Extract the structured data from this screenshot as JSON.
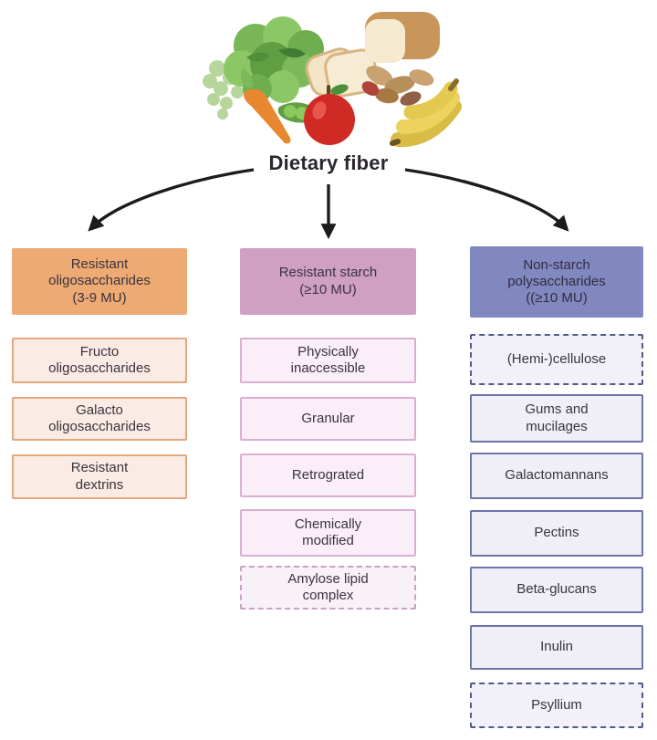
{
  "title": "Dietary fiber",
  "illustration": {
    "name": "fiber-foods",
    "description": "Illustration of fiber-rich foods: leafy greens, carrot, pea pod, red apple, bread loaf and slices, peanuts, bananas"
  },
  "colors": {
    "left_header_bg": "#edaa72",
    "left_item_bg": "#faece4",
    "left_item_border": "#e5a77c",
    "mid_header_bg": "#d09fc4",
    "mid_item_bg": "#faeef8",
    "mid_item_border": "#dbaed2",
    "right_header_bg": "#8187bf",
    "right_item_bg": "#f0eff8",
    "right_item_border": "#6d74a9",
    "arrow": "#1c1c1c",
    "text": "#3a3340",
    "background": "#ffffff"
  },
  "columns": [
    {
      "header": "Resistant\noligosaccharides\n(3-9 MU)",
      "items": [
        {
          "label": "Fructo\noligosaccharides",
          "border": "solid"
        },
        {
          "label": "Galacto\noligosaccharides",
          "border": "solid"
        },
        {
          "label": "Resistant\ndextrins",
          "border": "solid"
        }
      ]
    },
    {
      "header": "Resistant starch\n(≥10 MU)",
      "items": [
        {
          "label": "Physically\ninaccessible",
          "border": "solid"
        },
        {
          "label": "Granular",
          "border": "solid"
        },
        {
          "label": "Retrograted",
          "border": "solid"
        },
        {
          "label": "Chemically\nmodified",
          "border": "solid"
        },
        {
          "label": "Amylose lipid\ncomplex",
          "border": "dashed"
        }
      ]
    },
    {
      "header": "Non-starch\npolysaccharides\n((≥10 MU)",
      "items": [
        {
          "label": "(Hemi-)cellulose",
          "border": "dashed"
        },
        {
          "label": "Gums and\nmucilages",
          "border": "solid"
        },
        {
          "label": "Galactomannans",
          "border": "solid"
        },
        {
          "label": "Pectins",
          "border": "solid"
        },
        {
          "label": "Beta-glucans",
          "border": "solid"
        },
        {
          "label": "Inulin",
          "border": "solid"
        },
        {
          "label": "Psyllium",
          "border": "dashed"
        }
      ]
    }
  ]
}
